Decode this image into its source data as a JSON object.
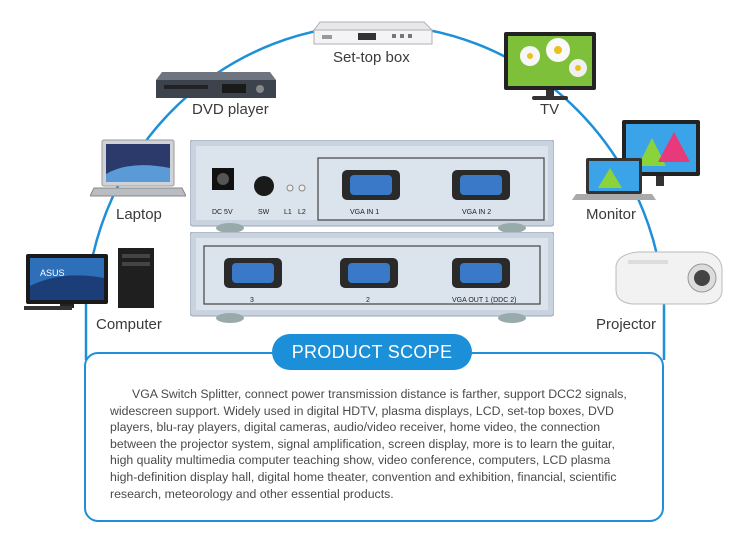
{
  "devices": {
    "settop": "Set-top box",
    "dvd": "DVD player",
    "tv": "TV",
    "laptop": "Laptop",
    "monitor": "Monitor",
    "computer": "Computer",
    "projector": "Projector"
  },
  "splitter": {
    "dc": "DC 5V",
    "sw": "SW",
    "l1": "L1",
    "l2": "L2",
    "in1": "VGA IN 1",
    "in2": "VGA IN 2",
    "out3": "3",
    "out2": "2",
    "out1": "VGA OUT 1 (DDC 2)"
  },
  "product_scope": {
    "title": "PRODUCT SCOPE",
    "description": "VGA Switch Splitter, connect power transmission distance is farther, support DCC2 signals, widescreen support. Widely used in digital HDTV, plasma displays, LCD, set-top boxes, DVD players, blu-ray players, digital cameras, audio/video receiver, home video, the connection between the projector system, signal amplification, screen display, more is to learn the guitar, high quality multimedia computer teaching show, video conference, computers, LCD plasma high-definition display hall, digital home theater, convention and exhibition, financial, scientific research, meteorology and other essential products."
  },
  "colors": {
    "accent": "#1b8fd8",
    "arc": "#1e90d8",
    "text": "#3a3a3a"
  }
}
